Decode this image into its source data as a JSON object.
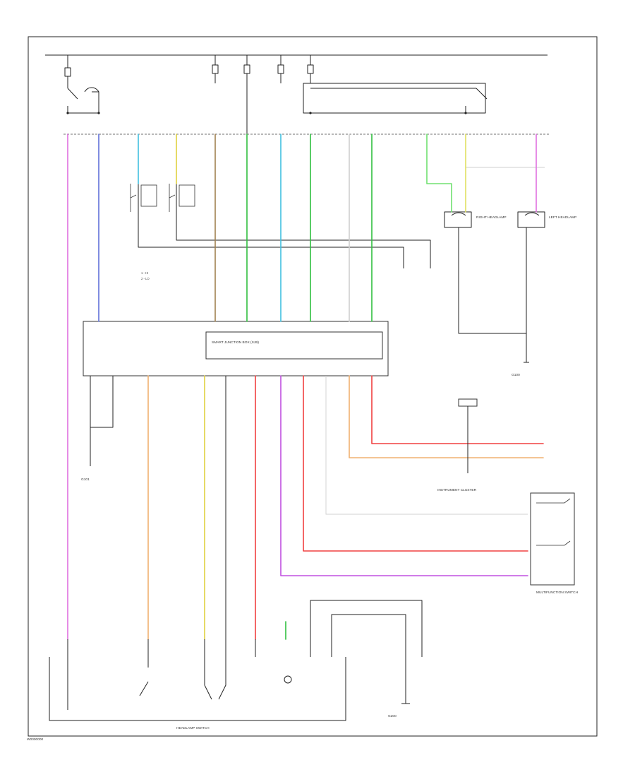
{
  "diagram": {
    "code": "W0000000",
    "components": {
      "headlamp_switch": "HEADLAMP SWITCH",
      "smart_junction_box": "SMART JUNCTION BOX (SJB)",
      "multifunction_switch": "MULTIFUNCTION SWITCH",
      "instrument_cluster": "INSTRUMENT CLUSTER",
      "right_headlamp": "RIGHT HEADLAMP",
      "left_headlamp": "LEFT HEADLAMP",
      "ground_right": "G100",
      "ground_left": "G101",
      "ground_bottom": "G200"
    },
    "notes": {
      "legend_1": "1 - HI",
      "legend_2": "2 - LO"
    },
    "colors": {
      "pink": "#e070e0",
      "blue": "#6070d8",
      "cyan": "#40c0e0",
      "yellow": "#e0d040",
      "brown": "#a08050",
      "green": "#30c040",
      "orange": "#f0b070",
      "red": "#f04040",
      "violet": "#c050e0",
      "gray": "#b0b0b0",
      "lightgreen": "#70e070"
    }
  }
}
